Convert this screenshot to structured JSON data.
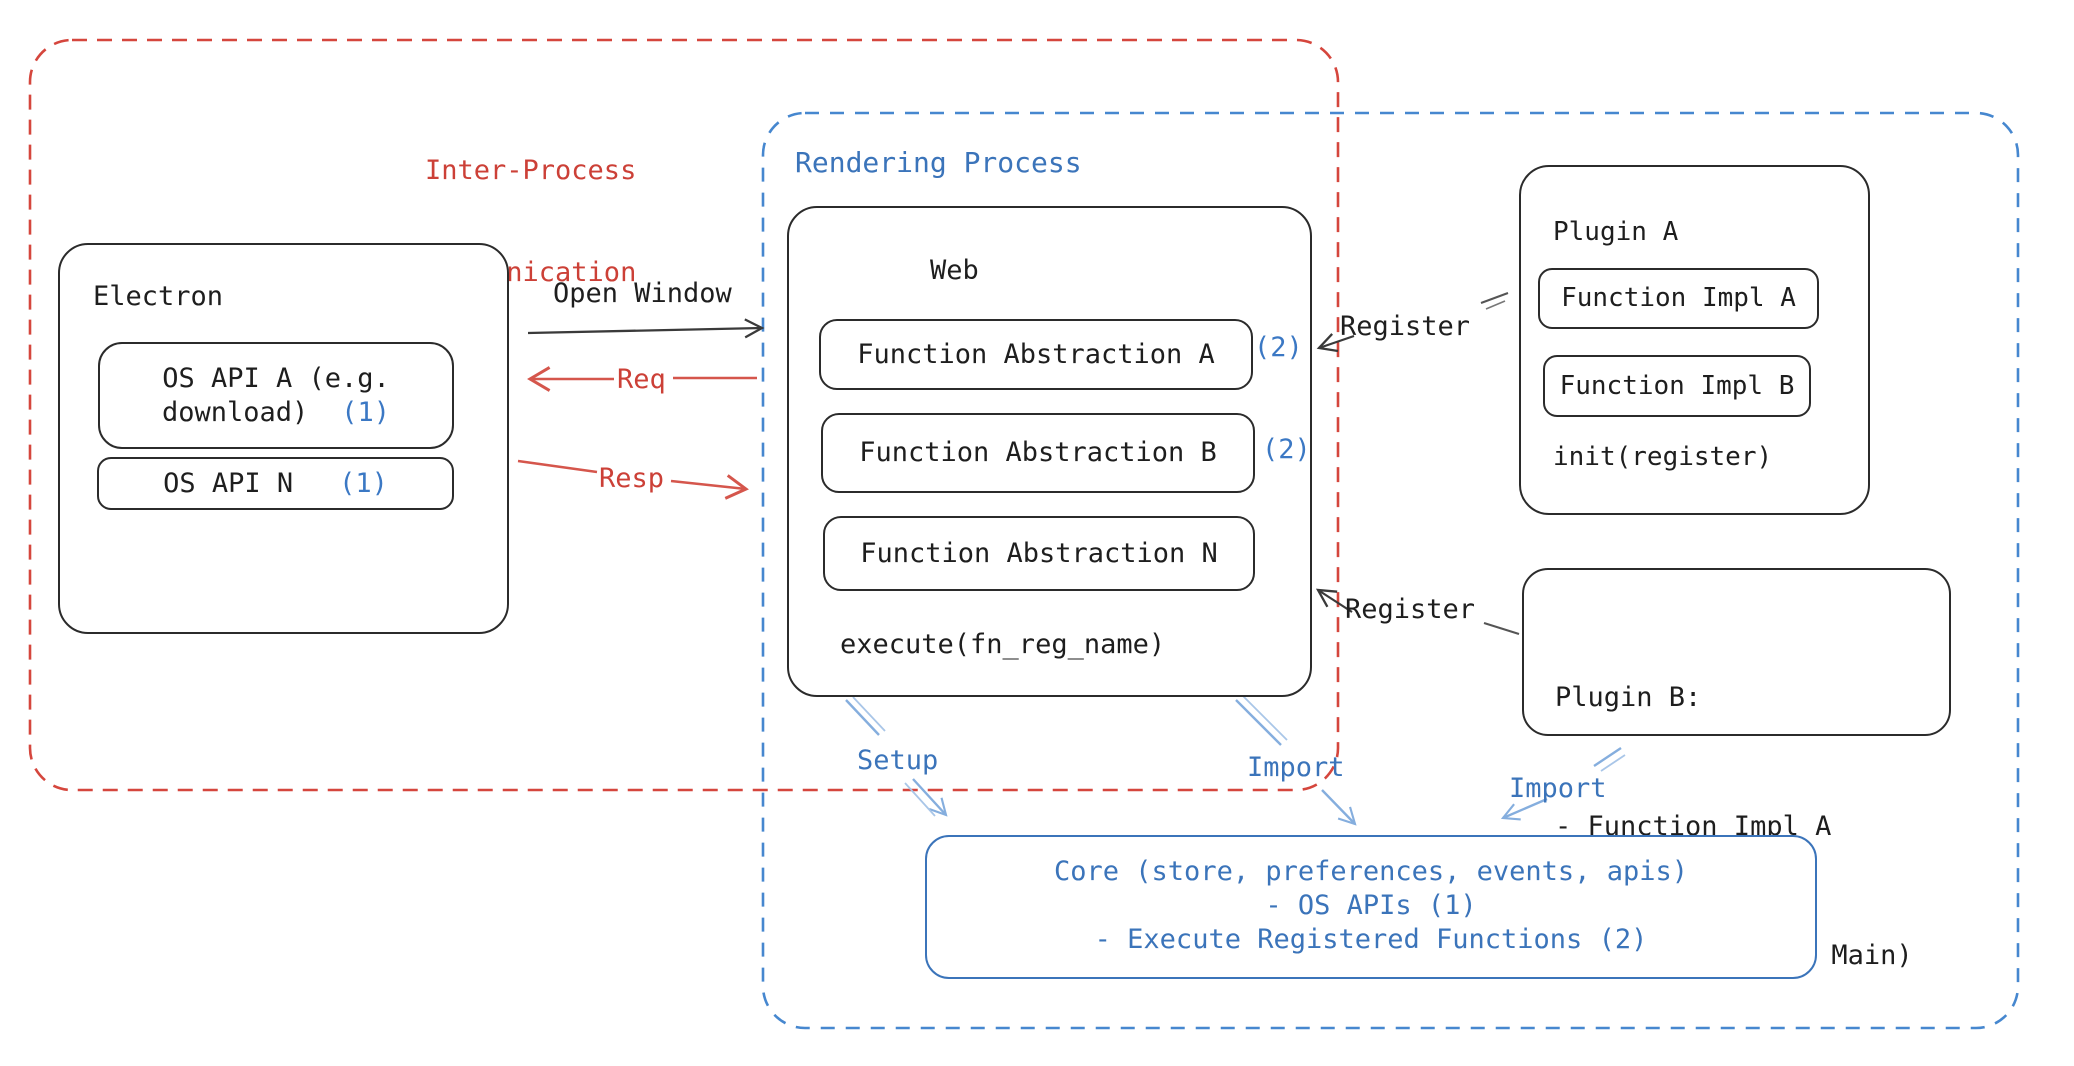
{
  "colors": {
    "ipc_region_red": "#d5463d",
    "rendering_region_blue": "#4687cf",
    "accent_blue": "#3b78c4",
    "label_blue": "#3b74ba",
    "sketch_arrow_blue": "#85aede",
    "arrow_red": "#d5564c",
    "text_red": "#cc4037",
    "ink": "#1e1e1e"
  },
  "regions": {
    "ipc": {
      "label_line1": "Inter-Process",
      "label_line2": "Communication"
    },
    "rendering": {
      "label": "Rendering Process"
    }
  },
  "electron": {
    "title": "Electron",
    "api_a_line1": "OS API A (e.g.",
    "api_a_line2": "download)",
    "api_a_badge": "(1)",
    "api_n_label": "OS API N",
    "api_n_badge": "(1)"
  },
  "web": {
    "title": "Web",
    "abstractions": [
      {
        "label": "Function Abstraction A",
        "badge": "(2)"
      },
      {
        "label": "Function Abstraction B",
        "badge": "(2)"
      },
      {
        "label": "Function Abstraction N",
        "badge": ""
      }
    ],
    "footer": "execute(fn_reg_name)"
  },
  "plugin_a": {
    "title": "Plugin A",
    "impl_a": "Function Impl A",
    "impl_b": "Function Impl B",
    "footer": "init(register)"
  },
  "plugin_b": {
    "line1": "Plugin B:",
    "line2": "- Function Impl A",
    "line3": "- Module (run on Main)"
  },
  "core": {
    "line1": "Core (store, preferences, events, apis)",
    "line2": "- OS APIs (1)",
    "line3": "- Execute Registered Functions (2)"
  },
  "arrows": {
    "open_window": "Open Window",
    "req": "Req",
    "resp": "Resp",
    "register_top": "Register",
    "register_bottom": "Register",
    "setup": "Setup",
    "import_core": "Import",
    "import_plugin_b": "Import"
  }
}
